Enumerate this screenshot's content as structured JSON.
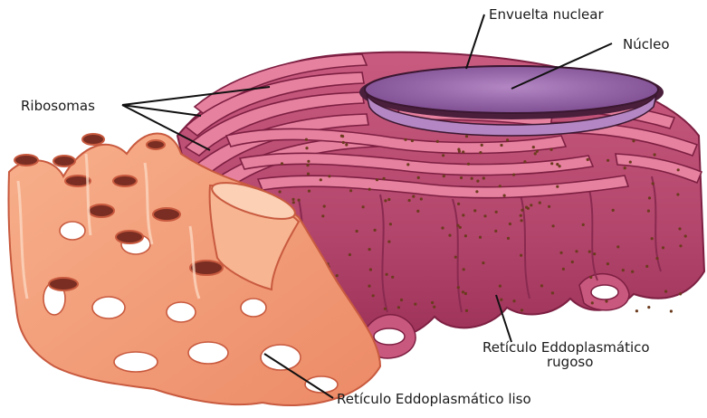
{
  "colors": {
    "rough_er": "#b2456b",
    "rough_er_light": "#d9708f",
    "rough_er_dark": "#7d1f42",
    "smooth_er": "#f4a07c",
    "smooth_er_light": "#fbc8a6",
    "smooth_er_dark": "#d86a4e",
    "nucleus": "#8a5a9e",
    "nucleus_light": "#b487c4",
    "ribosome": "#6b3b1e",
    "leader": "#111111"
  },
  "labels": {
    "envelope": "Envuelta nuclear",
    "nucleus": "Núcleo",
    "ribosomes": "Ribosomas",
    "rough_er_line1": "Retículo Eddoplasmático",
    "rough_er_line2": "rugoso",
    "smooth_er": "Retículo Eddoplasmático liso"
  }
}
